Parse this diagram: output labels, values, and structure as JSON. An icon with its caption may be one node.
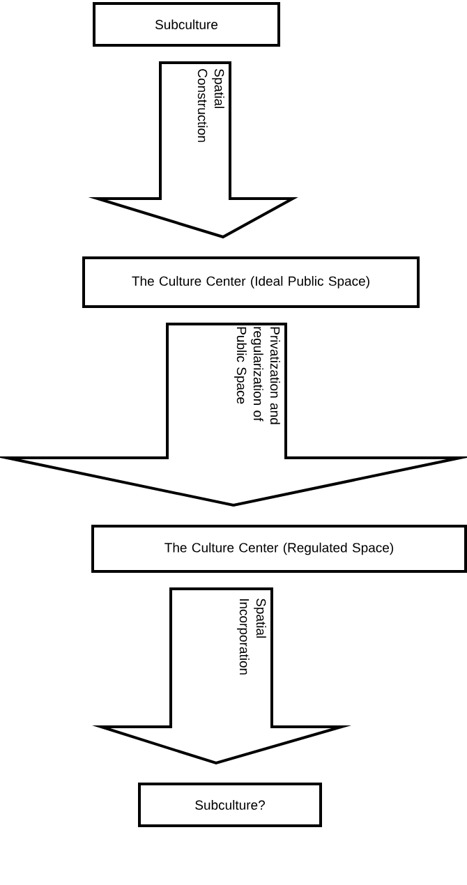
{
  "diagram": {
    "nodes": [
      {
        "text": [
          "Subculture"
        ]
      },
      {
        "text": [
          "The Culture Center (Ideal Public Space)"
        ]
      },
      {
        "text": [
          "The Culture Center (Regulated Space)"
        ]
      },
      {
        "text": [
          "Subculture?"
        ]
      }
    ],
    "edges": [
      {
        "from": 0,
        "to": 1,
        "arrow": "to",
        "label": "Spatial Construction"
      },
      {
        "from": 1,
        "to": 2,
        "arrow": "to",
        "label": "Privatization and regularization of Public Space"
      },
      {
        "from": 2,
        "to": 3,
        "arrow": "to",
        "label": "Spatial Incorporation"
      }
    ]
  }
}
